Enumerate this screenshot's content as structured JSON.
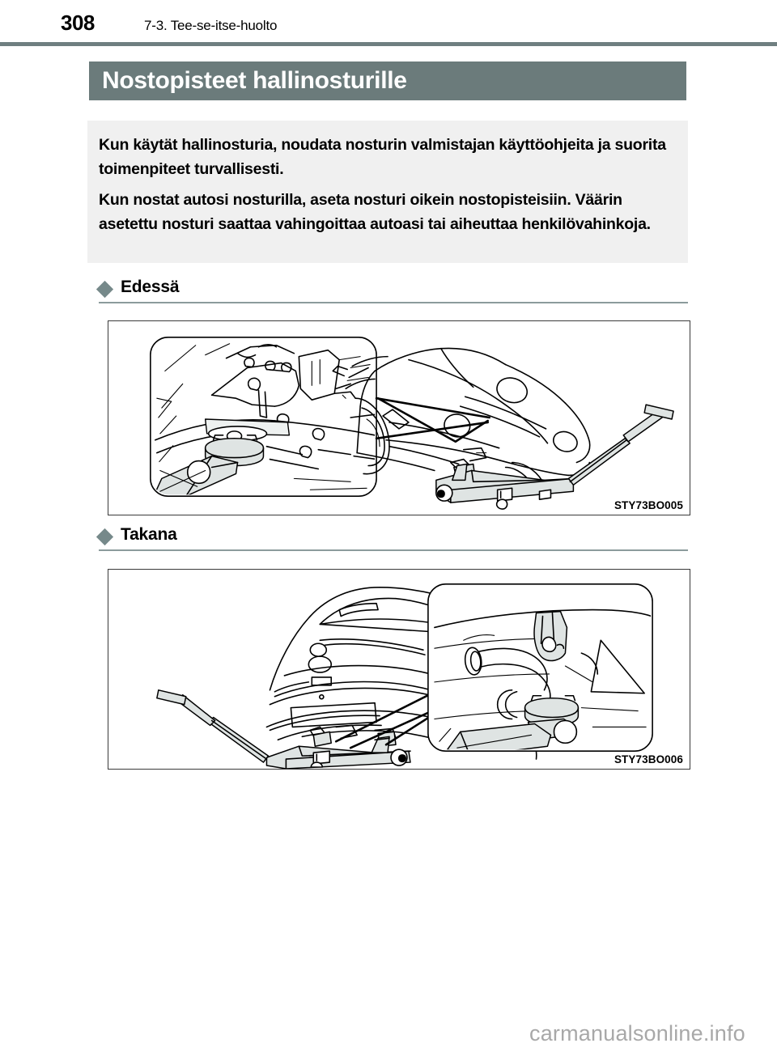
{
  "header": {
    "page_number": "308",
    "section": "7-3. Tee-se-itse-huolto"
  },
  "title": {
    "text": "Nostopisteet hallinosturille",
    "band_color": "#6b7b7b"
  },
  "notice": {
    "paragraph_1": "Kun käytät hallinosturia, noudata nosturin valmistajan käyttöohjeita ja suorita toimenpiteet turvallisesti.",
    "paragraph_2": "Kun nostat autosi nosturilla, aseta nosturi oikein nostopisteisiin. Väärin asetettu nosturi saattaa vahingoittaa autoasi tai aiheuttaa henkilövahinkoja.",
    "background_color": "#f0f0f0"
  },
  "sections": [
    {
      "id": "edessa",
      "label": "Edessä",
      "bullet": "diamond-bullet-icon",
      "bullet_color": "#76898a",
      "figure": {
        "name": "front-jack-point-illustration",
        "caption": "STY73BO005",
        "description": "Auton etuosa nostettuna hallinosturilla, vieressä suurennos etunostopisteestä"
      }
    },
    {
      "id": "takana",
      "label": "Takana",
      "bullet": "diamond-bullet-icon",
      "bullet_color": "#76898a",
      "figure": {
        "name": "rear-jack-point-illustration",
        "caption": "STY73BO006",
        "description": "Auton takaosa nostettuna hallinosturilla, vieressä suurennos takanostopisteestä"
      }
    }
  ],
  "watermark": {
    "text": "carmanualsonline.info"
  }
}
